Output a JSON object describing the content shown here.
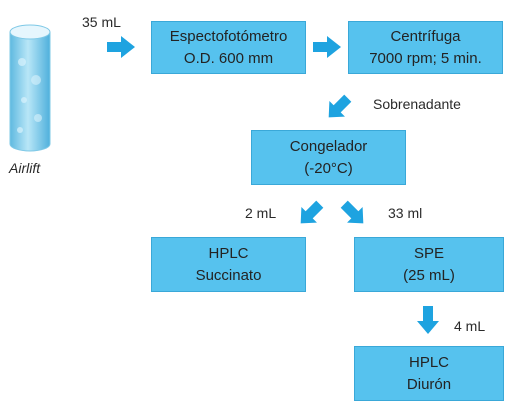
{
  "colors": {
    "box_fill": "#56c2ee",
    "box_border": "#3aa8d8",
    "arrow": "#1ea3e0",
    "cylinder": "#8fd4ef"
  },
  "airlift": {
    "icon": "cylinder-icon",
    "label": "Airlift"
  },
  "nodes": {
    "espectro": {
      "line1": "Espectofotómetro",
      "line2": "O.D. 600 mm"
    },
    "centrifuga": {
      "line1": "Centrífuga",
      "line2": "7000 rpm; 5 min."
    },
    "congelador": {
      "line1": "Congelador",
      "line2": "(-20°C)"
    },
    "hplc_succ": {
      "line1": "HPLC",
      "line2": "Succinato"
    },
    "spe": {
      "line1": "SPE",
      "line2": "(25 mL)"
    },
    "hplc_diuron": {
      "line1": "HPLC",
      "line2": "Diurón"
    }
  },
  "edge_labels": {
    "to_espectro": "35 mL",
    "sobrenadante": "Sobrenadante",
    "to_hplc_succ": "2 mL",
    "to_spe": "33 ml",
    "to_hplc_diuron": "4 mL"
  }
}
